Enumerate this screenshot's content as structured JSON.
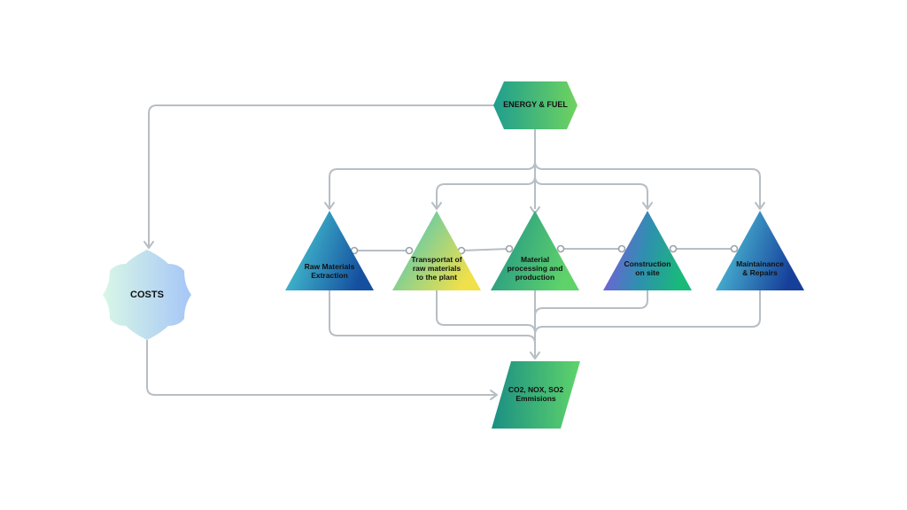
{
  "nodes": {
    "energy": {
      "lines": [
        "ENERGY & FUEL"
      ]
    },
    "costs": {
      "lines": [
        "COSTS"
      ]
    },
    "emissions": {
      "lines": [
        "CO2, NOX, SO2",
        "Emmisions"
      ]
    },
    "raw_materials": {
      "lines": [
        "Raw Materials",
        "Extraction"
      ]
    },
    "transport": {
      "lines": [
        "Transportat of",
        "raw materials",
        "to the plant"
      ]
    },
    "processing": {
      "lines": [
        "Material",
        "processing and",
        "production"
      ]
    },
    "construction": {
      "lines": [
        "Construction",
        "on site"
      ]
    },
    "maintenance": {
      "lines": [
        "Maintainance",
        "& Repairs"
      ]
    }
  },
  "colors": {
    "connector": "#b7bec4",
    "energy_gradient": [
      "#1f9e8f",
      "#6fd35f"
    ],
    "costs_gradient": [
      "#d8f7e6",
      "#a6c6f7"
    ],
    "emissions_gradient": [
      "#1a8f84",
      "#5fd46a"
    ],
    "raw_materials_gradient": [
      "#4dd6d8",
      "#1550a0"
    ],
    "transport_gradient": [
      "#37c3c6",
      "#f0e04a"
    ],
    "processing_gradient": [
      "#1d8f8a",
      "#5fd36a"
    ],
    "construction_gradient": [
      "#8a4fe6",
      "#19b97a"
    ],
    "maintenance_gradient": [
      "#56d3e0",
      "#163f9a"
    ]
  }
}
